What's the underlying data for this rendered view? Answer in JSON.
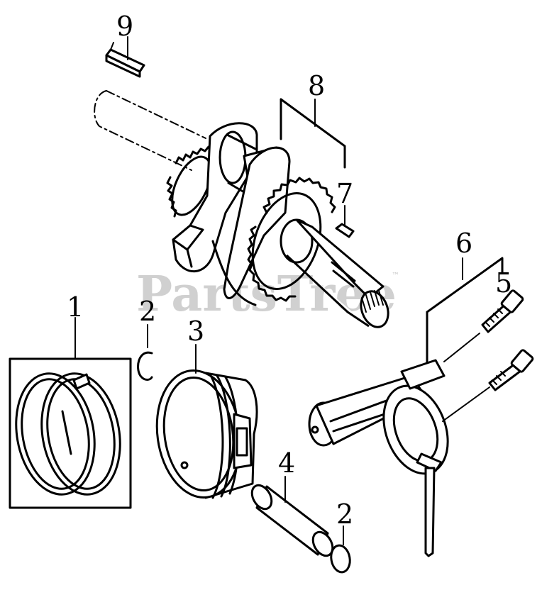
{
  "diagram": {
    "watermark": "PartsTree",
    "trademark": "™",
    "callouts": [
      {
        "id": "piston-rings",
        "label": "1"
      },
      {
        "id": "clip-upper",
        "label": "2"
      },
      {
        "id": "piston",
        "label": "3"
      },
      {
        "id": "wrist-pin",
        "label": "4"
      },
      {
        "id": "clip-lower",
        "label": "2"
      },
      {
        "id": "bolt",
        "label": "5"
      },
      {
        "id": "connecting-rod",
        "label": "6"
      },
      {
        "id": "key-small",
        "label": "7"
      },
      {
        "id": "crankshaft",
        "label": "8"
      },
      {
        "id": "key-top",
        "label": "9"
      }
    ]
  }
}
